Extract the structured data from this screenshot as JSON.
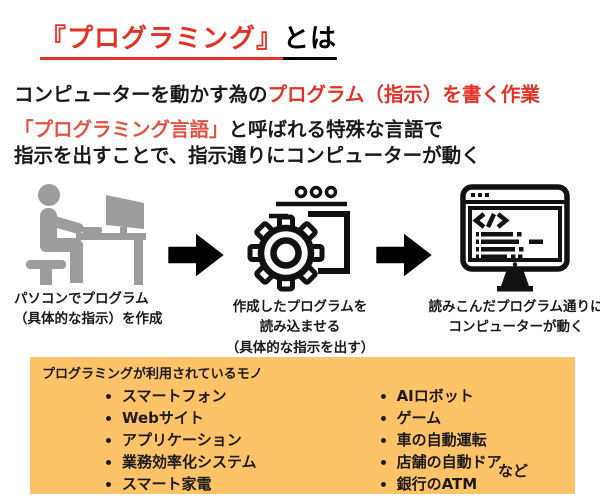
{
  "colors": {
    "red": "#e53228",
    "orange_red": "#e25347",
    "box_bg": "#fdc368",
    "gray": "#9c9c9c",
    "ink": "#1a1a1a"
  },
  "title": {
    "highlight": "『プログラミング』",
    "rest": "とは"
  },
  "intro": {
    "black": "コンピューターを動かす為の",
    "red": "プログラム（指示）を書く作業"
  },
  "explain": {
    "highlight": "「プログラミング言語」",
    "line1_rest": "と呼ばれる特殊な言語で",
    "line2": "指示を出すことで、指示通りにコンピューターが動く"
  },
  "steps": [
    {
      "icon": "person-at-computer-icon",
      "caption_lines": [
        "パソコンでプログラム",
        "（具体的な指示）を作成"
      ]
    },
    {
      "icon": "gear-program-icon",
      "caption_lines": [
        "作成したプログラムを",
        "読み込ませる",
        "（具体的な指示を出す）"
      ]
    },
    {
      "icon": "monitor-code-icon",
      "caption_lines": [
        "読みこんだプログラム通りに",
        "コンピューターが動く"
      ]
    }
  ],
  "usage_box": {
    "header": "プログラミングが利用されているモノ",
    "left_items": [
      "スマートフォン",
      "Webサイト",
      "アプリケーション",
      "業務効率化システム",
      "スマート家電"
    ],
    "right_items": [
      "AIロボット",
      "ゲーム",
      "車の自動運転",
      "店舗の自動ドア",
      "銀行のATM"
    ],
    "suffix": "など"
  }
}
